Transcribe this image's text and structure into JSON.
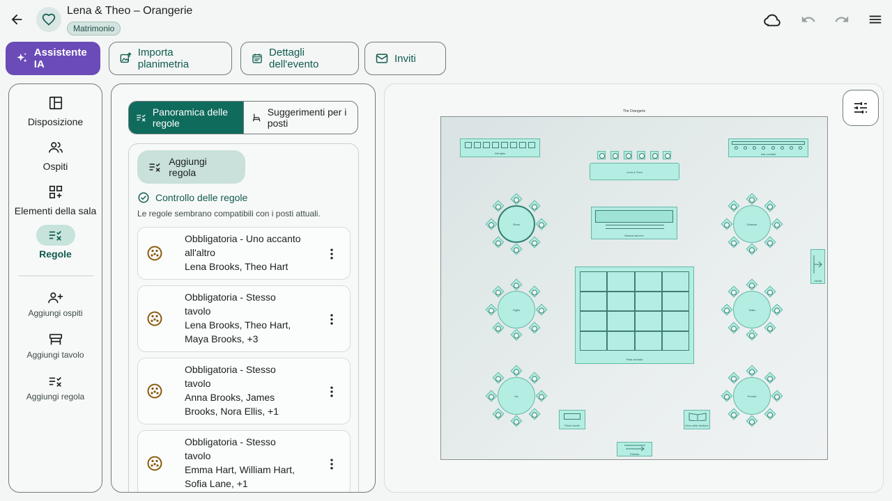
{
  "header": {
    "title": "Lena & Theo – Orangerie",
    "badge": "Matrimonio"
  },
  "toolbar": {
    "ai_label": "Assistente IA",
    "import_label": "Importa planimetria",
    "details_label": "Dettagli dell'evento",
    "invites_label": "Inviti"
  },
  "sidenav": {
    "items": [
      {
        "label": "Disposizione",
        "icon": "layout-icon"
      },
      {
        "label": "Ospiti",
        "icon": "guests-icon"
      },
      {
        "label": "Elementi della sala",
        "icon": "add-widget-icon"
      },
      {
        "label": "Regole",
        "icon": "rules-icon",
        "active": true
      }
    ],
    "quick": [
      {
        "label": "Aggiungi ospiti",
        "icon": "add-person-icon"
      },
      {
        "label": "Aggiungi tavolo",
        "icon": "table-icon"
      },
      {
        "label": "Aggiungi regola",
        "icon": "rules-icon"
      }
    ]
  },
  "rules": {
    "tab_overview": "Panoramica delle regole",
    "tab_suggestions": "Suggerimenti per i posti",
    "add_rule": "Aggiungi regola",
    "check_title": "Controllo delle regole",
    "check_desc": "Le regole sembrano compatibili con i posti attuali.",
    "items": [
      {
        "line1": "Obbligatoria - Uno accanto",
        "line2": "all'altro",
        "line3": "Lena Brooks, Theo Hart",
        "line4": ""
      },
      {
        "line1": "Obbligatoria - Stesso",
        "line2": "tavolo",
        "line3": "Lena Brooks, Theo Hart,",
        "line4": "Maya Brooks, +3"
      },
      {
        "line1": "Obbligatoria - Stesso",
        "line2": "tavolo",
        "line3": "Anna Brooks, James",
        "line4": "Brooks, Nora Ellis, +1"
      },
      {
        "line1": "Obbligatoria - Stesso",
        "line2": "tavolo",
        "line3": "Emma Hart, William Hart,",
        "line4": "Sofia Lane, +1"
      }
    ]
  },
  "floorplan": {
    "title": "The Orangerie",
    "elements": {
      "gifts": "Gift table",
      "bar": "Bar cocktail",
      "head": "Lena & Theo",
      "music": "Musica dal vivo",
      "dance": "Pista da ballo",
      "photo": "Photo booth",
      "guestbook": "Libro delle dediche",
      "entrance": "Entrata",
      "exit": "Uscita"
    },
    "tables": {
      "rose": "Rosa",
      "girasole": "Girasole",
      "giglio": "Giglio",
      "dalia": "Dalia",
      "iris": "Iris",
      "peonia": "Peonia"
    }
  },
  "colors": {
    "accent_purple": "#6a4bb8",
    "primary_teal": "#0f6b5c",
    "element_fill": "#b4ede2"
  }
}
